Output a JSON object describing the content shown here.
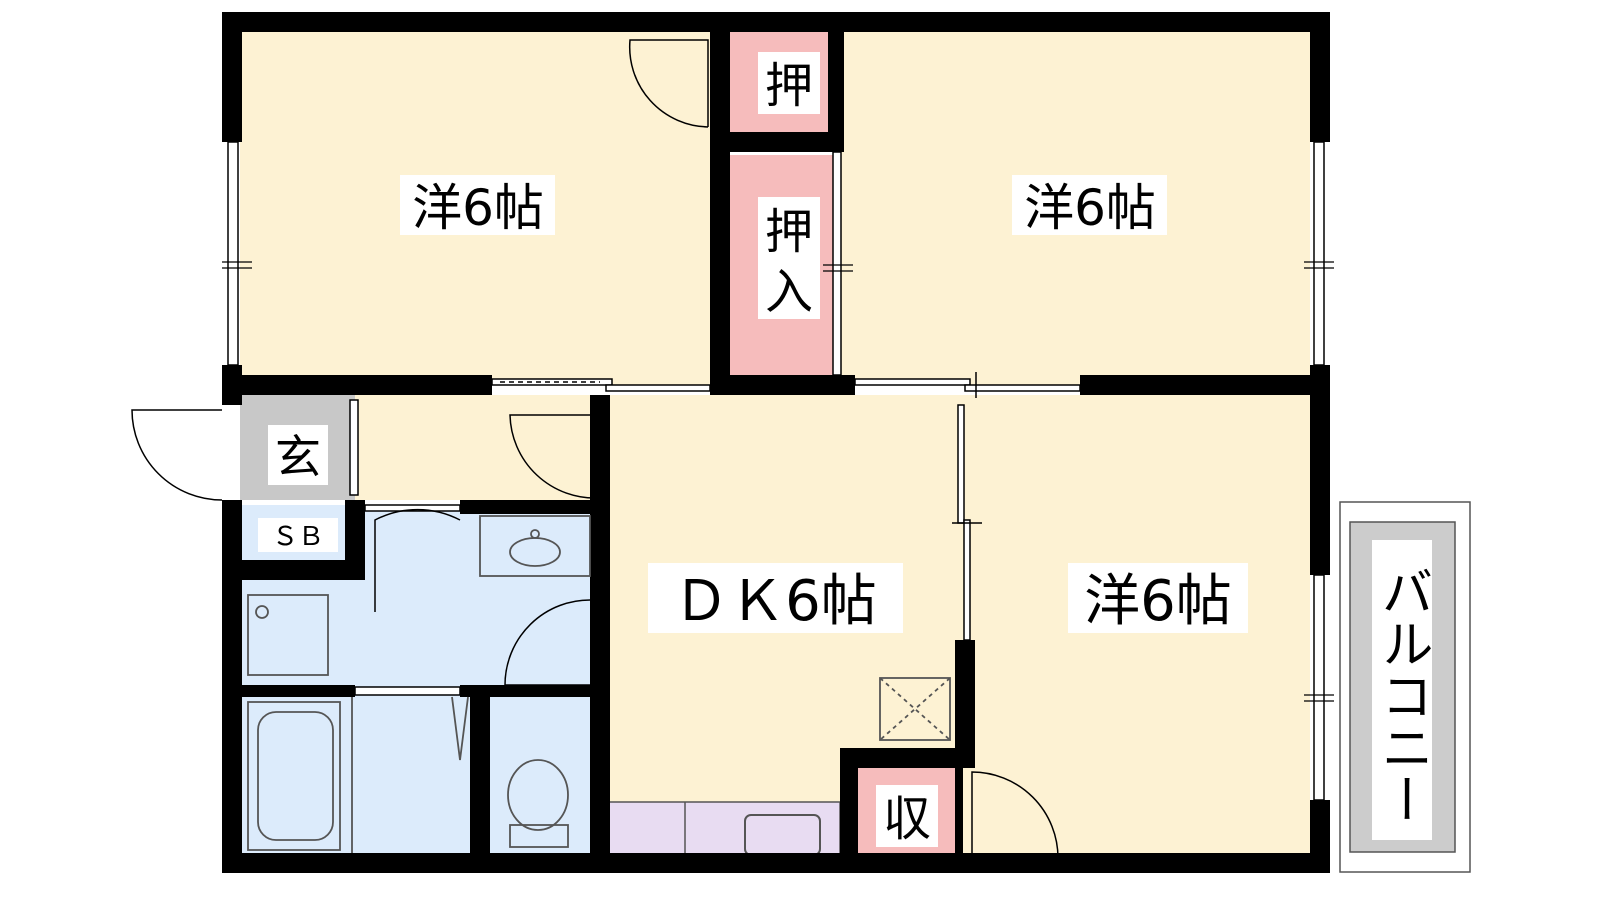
{
  "colors": {
    "wall": "#000000",
    "room": "#fdf2d3",
    "closet": "#f6bcbc",
    "entrance": "#c8c8c8",
    "wet": "#dcebfb",
    "kitchen": "#e8dcf2",
    "balcony": "#cccccc",
    "fixture_stroke": "#555555"
  },
  "rooms": {
    "western_top_left": "洋6帖",
    "western_top_right": "洋6帖",
    "western_bottom_right": "洋6帖",
    "dining_kitchen": "ＤＫ6帖",
    "entrance": "玄",
    "shoe_box": "ＳＢ",
    "storage": "収",
    "balcony": "バルコニー"
  },
  "closets": {
    "small_top": "押",
    "oshiire_1": "押",
    "oshiire_2": "入"
  }
}
